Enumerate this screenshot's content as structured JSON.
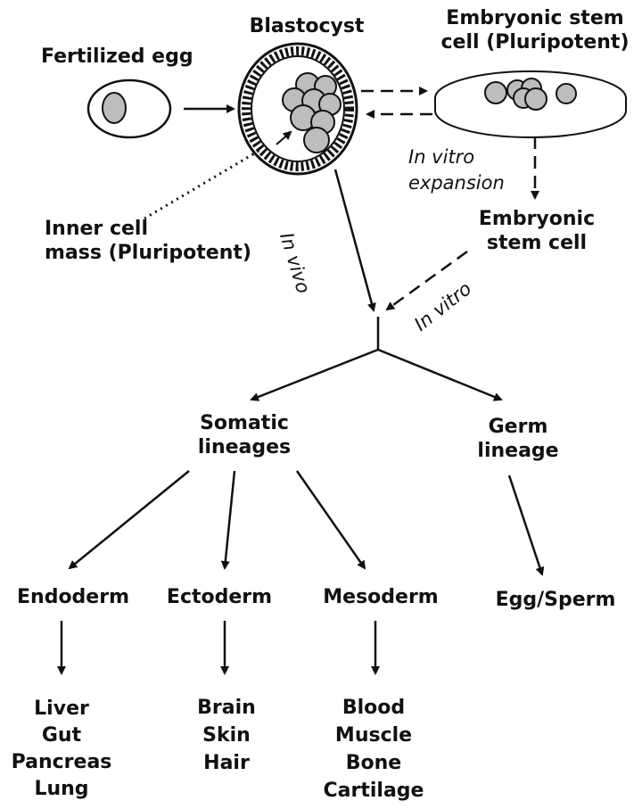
{
  "labels": {
    "fertilized_egg": "Fertilized egg",
    "blastocyst": "Blastocyst",
    "esc_pluripotent_line1": "Embryonic stem",
    "esc_pluripotent_line2": "cell (Pluripotent)",
    "in_vitro_expansion_line1": "In vitro",
    "in_vitro_expansion_line2": "expansion",
    "esc_line1": "Embryonic",
    "esc_line2": "stem cell",
    "icm_line1": "Inner cell",
    "icm_line2": "mass (Pluripotent)",
    "in_vivo": "In vivo",
    "in_vitro": "In vitro",
    "somatic_line1": "Somatic",
    "somatic_line2": "lineages",
    "germ_line1": "Germ",
    "germ_line2": "lineage",
    "endoderm": "Endoderm",
    "ectoderm": "Ectoderm",
    "mesoderm": "Mesoderm",
    "egg_sperm": "Egg/Sperm"
  },
  "endoderm_tissues": [
    "Liver",
    "Gut",
    "Pancreas",
    "Lung"
  ],
  "ectoderm_tissues": [
    "Brain",
    "Skin",
    "Hair"
  ],
  "mesoderm_tissues": [
    "Blood",
    "Muscle",
    "Bone",
    "Cartilage"
  ],
  "colors": {
    "ink": "#111111",
    "cell_fill": "#bdbdbd",
    "background": "#ffffff"
  }
}
